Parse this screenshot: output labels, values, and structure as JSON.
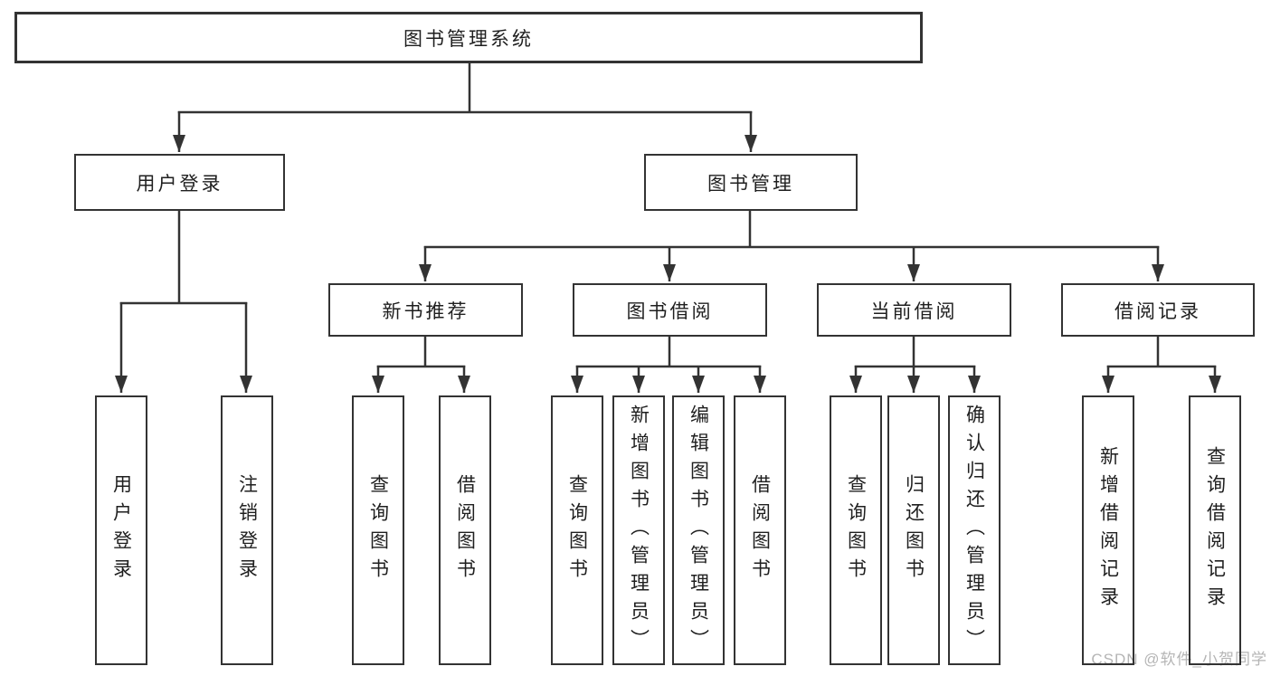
{
  "diagram": {
    "root": "图书管理系统",
    "level2": [
      "用户登录",
      "图书管理"
    ],
    "level3": [
      "新书推荐",
      "图书借阅",
      "当前借阅",
      "借阅记录"
    ],
    "leaves": {
      "user_login": [
        "用户登录",
        "注销登录"
      ],
      "new_books": [
        "查询图书",
        "借阅图书"
      ],
      "book_borrow": [
        "查询图书",
        "新增图书（管理员）",
        "编辑图书（管理员）",
        "借阅图书"
      ],
      "current_borrow": [
        "查询图书",
        "归还图书",
        "确认归还（管理员）"
      ],
      "borrow_records": [
        "新增借阅记录",
        "查询借阅记录"
      ]
    }
  },
  "watermark": "CSDN @软件_小贺同学",
  "colors": {
    "line": "#333333",
    "text": "#1f1f1f",
    "watermark": "#b5b5b5",
    "background": "#ffffff"
  }
}
